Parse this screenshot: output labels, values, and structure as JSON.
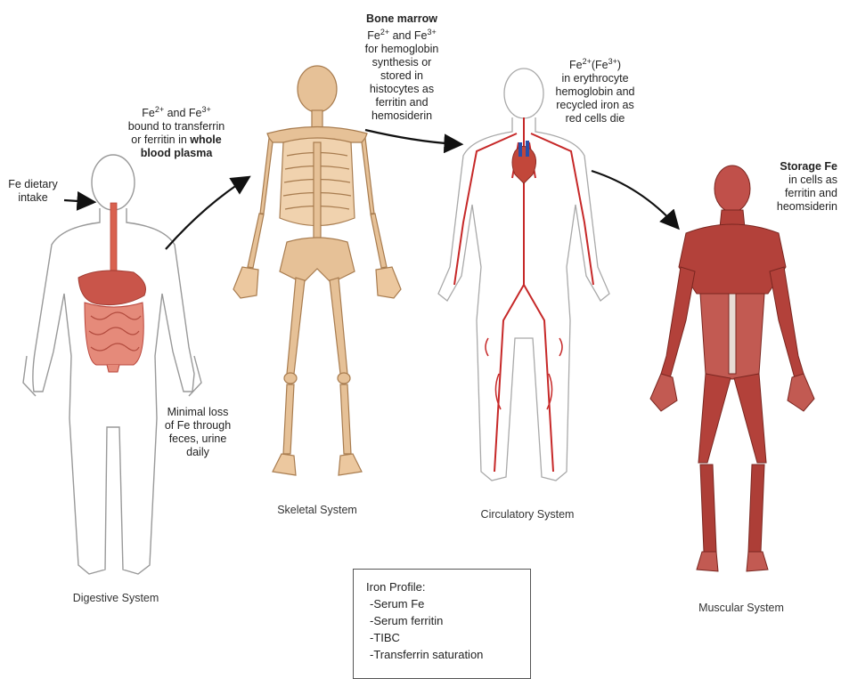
{
  "labels": {
    "dietary": [
      "Fe dietary",
      "intake"
    ],
    "plasma": {
      "l1a": "Fe",
      "l1b": "2+",
      "l1c": " and Fe",
      "l1d": "3+",
      "l2": "bound to transferrin",
      "l3a": "or ferritin in ",
      "l3b": "whole",
      "l4": "blood plasma"
    },
    "marrow": {
      "title": "Bone marrow",
      "l1a": "Fe",
      "l1b": "2+",
      "l1c": " and Fe",
      "l1d": "3+",
      "l2": "for hemoglobin",
      "l3": "synthesis or",
      "l4": "stored in",
      "l5": "histocytes as",
      "l6": "ferritin and",
      "l7": "hemosiderin"
    },
    "erythro": {
      "l1a": "Fe",
      "l1b": "2+",
      "l1c": "(Fe",
      "l1d": "3+",
      "l1e": ")",
      "l2": "in erythrocyte",
      "l3": "hemoglobin and",
      "l4": "recycled iron as",
      "l5": "red cells die"
    },
    "storage": {
      "title": "Storage Fe",
      "l2": "in cells as",
      "l3": "ferritin and",
      "l4": "heomsiderin"
    },
    "loss": [
      "Minimal loss",
      "of Fe through",
      "feces, urine",
      "daily"
    ]
  },
  "systems": {
    "digestive": "Digestive System",
    "skeletal": "Skeletal System",
    "circulatory": "Circulatory System",
    "muscular": "Muscular System"
  },
  "profile": {
    "title": "Iron Profile:",
    "items": [
      "-Serum Fe",
      "-Serum ferritin",
      "-TIBC",
      "-Transferrin saturation"
    ]
  },
  "colors": {
    "bone": "#e3b98a",
    "vessel": "#c62828",
    "muscle": "#b3413a",
    "organ": "#d9614f",
    "outline": "#888888"
  }
}
